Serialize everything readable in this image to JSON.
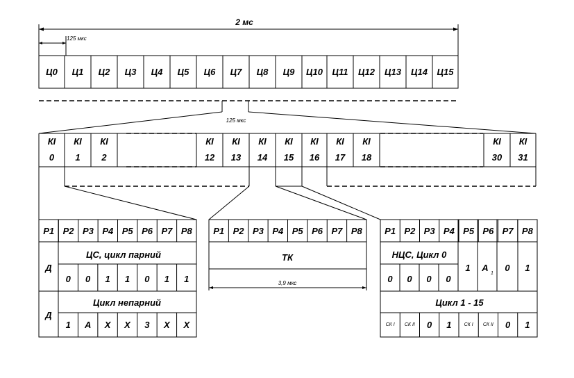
{
  "frame": {
    "duration_label": "2 мс",
    "timeslot_label": "125 мкс",
    "cycles": [
      "Ц0",
      "Ц1",
      "Ц2",
      "Ц3",
      "Ц4",
      "Ц5",
      "Ц6",
      "Ц7",
      "Ц8",
      "Ц9",
      "Ц10",
      "Ц11",
      "Ц12",
      "Ц13",
      "Ц14",
      "Ц15"
    ]
  },
  "channels": {
    "duration_label": "125 мкс",
    "items": [
      {
        "top": "КІ",
        "num": "0"
      },
      {
        "top": "КІ",
        "num": "1"
      },
      {
        "top": "КІ",
        "num": "2"
      },
      {
        "top": "КІ",
        "num": "12"
      },
      {
        "top": "КІ",
        "num": "13"
      },
      {
        "top": "КІ",
        "num": "14"
      },
      {
        "top": "КІ",
        "num": "15"
      },
      {
        "top": "КІ",
        "num": "16"
      },
      {
        "top": "КІ",
        "num": "17"
      },
      {
        "top": "КІ",
        "num": "18"
      },
      {
        "top": "КІ",
        "num": "30"
      },
      {
        "top": "КІ",
        "num": "31"
      }
    ]
  },
  "left_table": {
    "bits": [
      "Р1",
      "Р2",
      "Р3",
      "Р4",
      "Р5",
      "Р6",
      "Р7",
      "Р8"
    ],
    "row1_label": "Д",
    "row1_title": "ЦС, цикл парний",
    "row1_values": [
      "0",
      "0",
      "1",
      "1",
      "0",
      "1",
      "1"
    ],
    "row2_label": "Д",
    "row2_title": "Цикл непарний",
    "row2_values": [
      "1",
      "А",
      "Х",
      "Х",
      "3",
      "Х",
      "Х"
    ]
  },
  "mid_table": {
    "bits": [
      "Р1",
      "Р2",
      "Р3",
      "Р4",
      "Р5",
      "Р6",
      "Р7",
      "Р8"
    ],
    "content": "ТК",
    "duration_label": "3,9 мкс"
  },
  "right_table": {
    "bits": [
      "Р1",
      "Р2",
      "Р3",
      "Р4",
      "Р5",
      "Р6",
      "Р7",
      "Р8"
    ],
    "row1_title": "НЦС, Цикл 0",
    "row1_values": [
      "0",
      "0",
      "0",
      "0"
    ],
    "p5_value": "1",
    "p6_value": "А",
    "p6_sub": "1",
    "p7_value": "0",
    "p8_value": "1",
    "row2_title": "Цикл   1 - 15",
    "row2_values": [
      "СК І",
      "СК ІІ",
      "0",
      "1",
      "СК І",
      "СК ІІ",
      "0",
      "1"
    ]
  }
}
